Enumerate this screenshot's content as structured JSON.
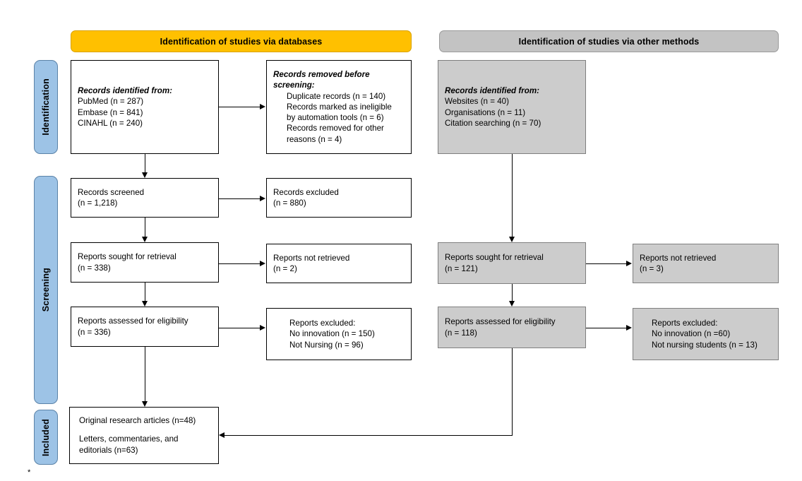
{
  "figure": {
    "type": "prisma-flow-diagram",
    "footnote": "*"
  },
  "stage_headers": {
    "databases": "Identification of studies via databases",
    "other_methods": "Identification of studies via other methods"
  },
  "phases": {
    "identification": "Identification",
    "screening": "Screening",
    "included": "Included"
  },
  "colors": {
    "databases_header": "#FFC000",
    "other_header": "#C3C3C3",
    "phase_tab": "#9DC3E6",
    "other_box": "#CCCCCC",
    "line": "#000000"
  },
  "nodes": {
    "db_identified": {
      "title": "Records identified from:",
      "lines": [
        "PubMed (n = 287)",
        "Embase (n = 841)",
        "CINAHL (n = 240)"
      ]
    },
    "db_removed": {
      "title": "Records removed before",
      "title2": "screening:",
      "lines": [
        "Duplicate records (n = 140)",
        "Records marked as ineligible",
        "by automation tools (n = 6)",
        "Records removed for other",
        "reasons (n = 4)"
      ]
    },
    "db_screened": {
      "line1": "Records screened",
      "line2": "(n = 1,218)"
    },
    "db_excluded": {
      "line1": "Records excluded",
      "line2": "(n = 880)"
    },
    "db_sought": {
      "line1": "Reports sought for retrieval",
      "line2": "(n = 338)"
    },
    "db_not_retrieved": {
      "line1": "Reports not retrieved",
      "line2": "(n = 2)"
    },
    "db_assessed": {
      "line1": "Reports assessed for eligibility",
      "line2": "(n = 336)"
    },
    "db_reports_excluded": {
      "line1": "Reports excluded:",
      "line2": "No innovation (n = 150)",
      "line3": "Not Nursing (n = 96)"
    },
    "other_identified": {
      "title": "Records identified from:",
      "lines": [
        "Websites (n = 40)",
        "Organisations (n = 11)",
        "Citation searching (n = 70)"
      ]
    },
    "other_sought": {
      "line1": "Reports sought for retrieval",
      "line2": "(n = 121)"
    },
    "other_not_retrieved": {
      "line1": "Reports not retrieved",
      "line2": "(n = 3)"
    },
    "other_assessed": {
      "line1": "Reports assessed for eligibility",
      "line2": "(n = 118)"
    },
    "other_reports_excluded": {
      "line1": "Reports excluded:",
      "line2": "No innovation (n =60)",
      "line3": "Not nursing students (n = 13)"
    },
    "included": {
      "line1": "Original research articles (n=48)",
      "line2": "Letters, commentaries, and",
      "line3": "editorials (n=63)"
    }
  }
}
